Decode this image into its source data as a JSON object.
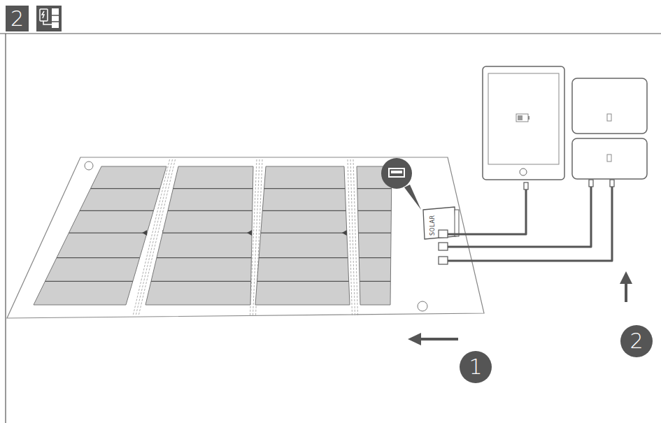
{
  "diagram": {
    "nodes": [
      {
        "text": [
          "2"
        ]
      },
      {
        "text": [
          "1"
        ]
      },
      {
        "text": [
          "2"
        ]
      }
    ],
    "labels": [
      "SOLAR"
    ]
  }
}
